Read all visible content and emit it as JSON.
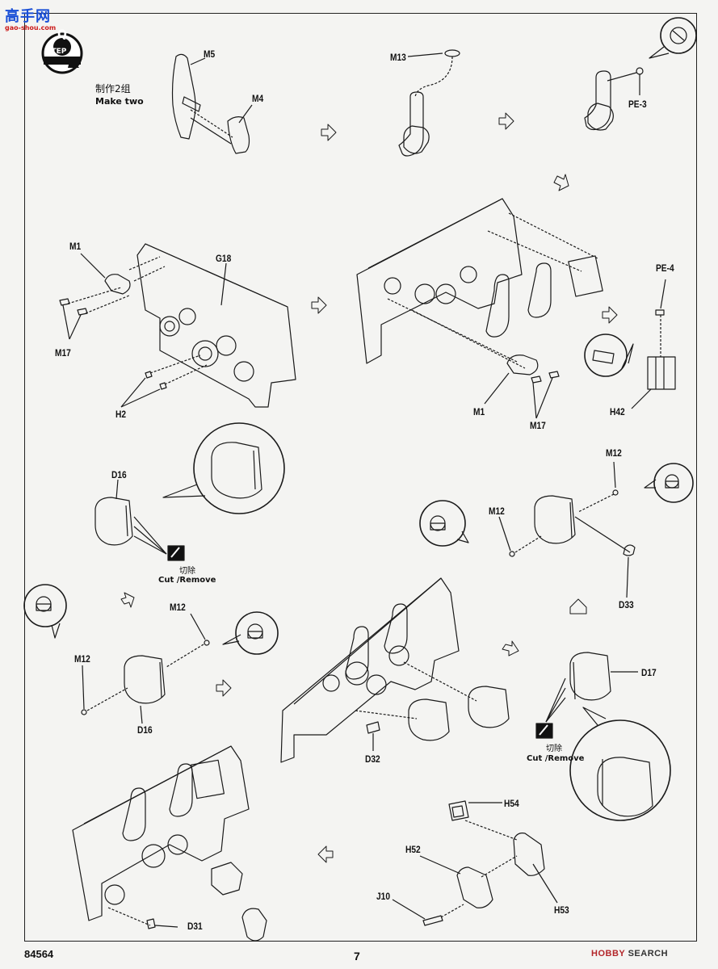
{
  "watermark": {
    "main": "高手网",
    "sub": "gao-shou.com"
  },
  "step": {
    "number": "Q",
    "word": "STEP"
  },
  "make_two": {
    "chinese": "制作2组",
    "english": "Make two"
  },
  "cut_remove": {
    "chinese": "切除",
    "english": "Cut /Remove"
  },
  "part_labels": {
    "m5": "M5",
    "m4": "M4",
    "m13": "M13",
    "pe3": "PE-3",
    "m1_a": "M1",
    "g18": "G18",
    "m17_a": "M17",
    "h2": "H2",
    "pe4": "PE-4",
    "m1_b": "M1",
    "m17_b": "M17",
    "h42": "H42",
    "d16_a": "D16",
    "m12_a": "M12",
    "m12_b": "M12",
    "d33": "D33",
    "m12_c": "M12",
    "m12_d": "M12",
    "d16_b": "D16",
    "d32": "D32",
    "d17": "D17",
    "h54": "H54",
    "h52": "H52",
    "j10": "J10",
    "h53": "H53",
    "d31": "D31"
  },
  "footer": {
    "kit_number": "84564",
    "page_number": "7",
    "source_prefix": "HOBBY",
    "source_suffix": "SEARCH"
  },
  "icons": [
    "cut-remove-icon",
    "assembly-arrow-icon",
    "magnify-callout-icon",
    "step-badge-icon"
  ],
  "colors": {
    "line": "#1a1a1a",
    "paper": "#f4f4f2",
    "logo_blue": "#1a4fd6",
    "logo_red": "#cc1c1c"
  }
}
